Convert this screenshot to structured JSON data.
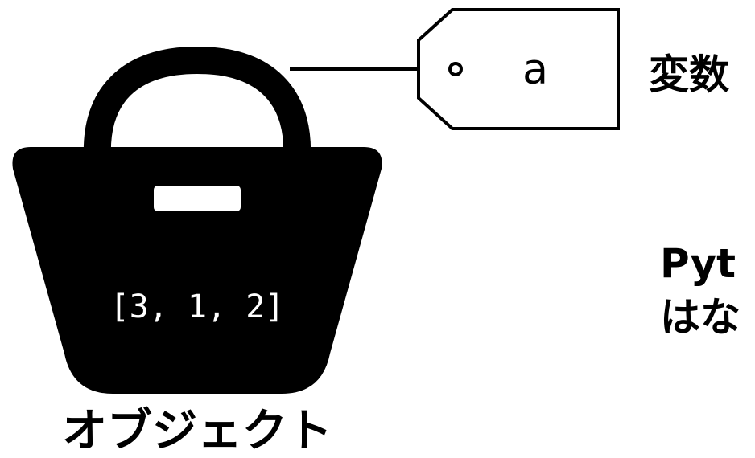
{
  "object": {
    "value_text": "[3, 1, 2]",
    "caption": "オブジェクト"
  },
  "variable": {
    "tag_label": "a",
    "caption": "変数"
  },
  "side_text": {
    "line1": "Pyt",
    "line2": "はな"
  },
  "colors": {
    "ink": "#000000",
    "paper": "#ffffff"
  },
  "icons": {
    "object_icon": "tote-bag-icon",
    "variable_icon": "name-tag-icon"
  }
}
